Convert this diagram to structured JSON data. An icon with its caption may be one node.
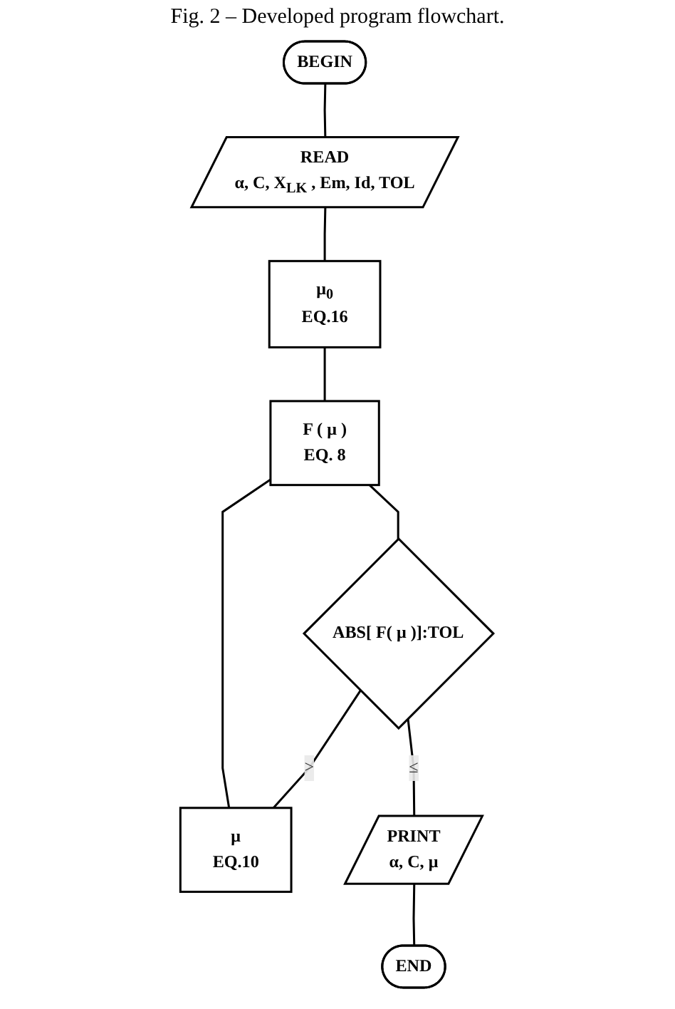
{
  "diagram": {
    "title": "Fig. 2 – Developed program flowchart.",
    "nodes": [
      {
        "text": [
          "BEGIN"
        ]
      },
      {
        "text": [
          "READ",
          "α, C, X$_{LK}$ , Em, Id, TOL"
        ]
      },
      {
        "text": [
          "μ$_{0}$",
          "EQ.16"
        ]
      },
      {
        "text": [
          "F ( μ )",
          "EQ. 8"
        ]
      },
      {
        "text": [
          "μ",
          "EQ.10"
        ]
      },
      {
        "text": [
          "ABS[ F( μ )]:TOL"
        ]
      },
      {
        "text": [
          "PRINT",
          "α, C, μ"
        ]
      },
      {
        "text": [
          "END"
        ]
      }
    ],
    "edges": [
      {
        "from": 0,
        "to": 1,
        "arrow": "none"
      },
      {
        "from": 1,
        "to": 2,
        "arrow": "none"
      },
      {
        "from": 2,
        "to": 3,
        "arrow": "none"
      },
      {
        "from": 4,
        "to": 3,
        "arrow": "none"
      },
      {
        "from": 3,
        "to": 5,
        "arrow": "none"
      },
      {
        "from": 5,
        "to": 4,
        "label": ">",
        "arrow": "none"
      },
      {
        "from": 5,
        "to": 6,
        "label": "≤",
        "arrow": "none"
      },
      {
        "from": 6,
        "to": 7,
        "arrow": "none"
      }
    ]
  }
}
